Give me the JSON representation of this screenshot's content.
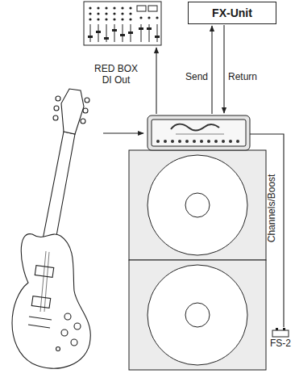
{
  "diagram": {
    "nodes": [
      {
        "text": [
          "FX-Unit"
        ]
      },
      {
        "text": [
          "FS-2"
        ]
      }
    ],
    "labels": [
      "RED BOX DI Out",
      "Send",
      "Return",
      "Channels/Boost"
    ]
  }
}
